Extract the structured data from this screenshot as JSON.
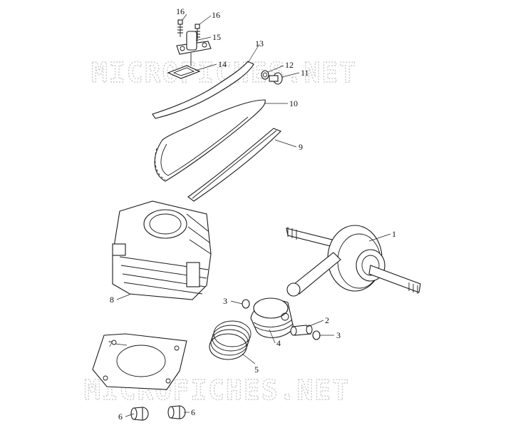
{
  "watermark": "MICROFICHES.NET",
  "callouts": [
    "1",
    "2",
    "3",
    "3",
    "4",
    "5",
    "6",
    "6",
    "7",
    "8",
    "9",
    "10",
    "11",
    "12",
    "13",
    "14",
    "15",
    "16",
    "16"
  ]
}
